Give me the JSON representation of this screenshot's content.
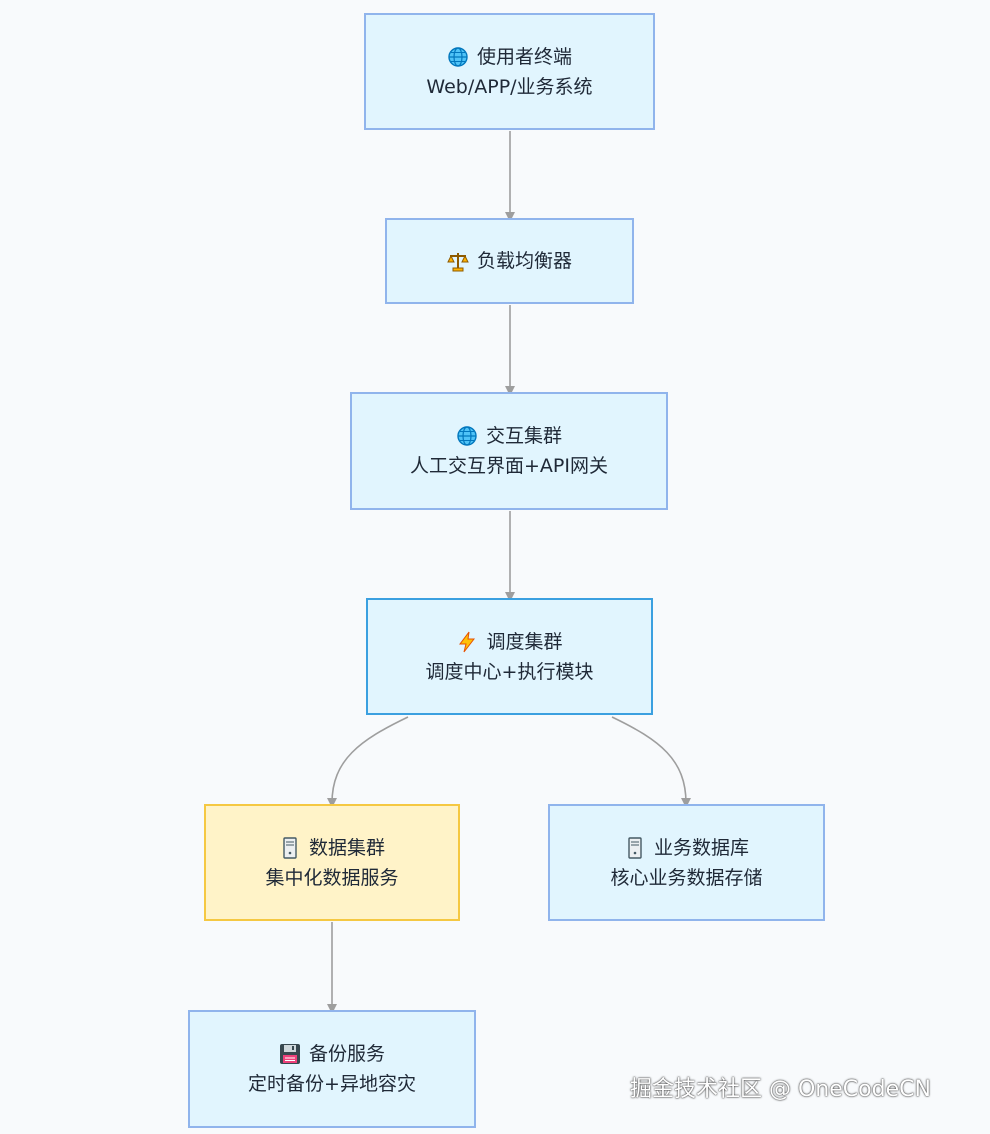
{
  "nodes": {
    "client": {
      "icon": "globe-icon",
      "title": "使用者终端",
      "subtitle": "Web/APP/业务系统"
    },
    "lb": {
      "icon": "balance-scale-icon",
      "title": "负载均衡器"
    },
    "interact": {
      "icon": "globe-icon",
      "title": "交互集群",
      "subtitle": "人工交互界面+API网关"
    },
    "schedule": {
      "icon": "lightning-icon",
      "title": "调度集群",
      "subtitle": "调度中心+执行模块"
    },
    "datacluster": {
      "icon": "server-icon",
      "title": "数据集群",
      "subtitle": "集中化数据服务"
    },
    "bizdb": {
      "icon": "server-icon",
      "title": "业务数据库",
      "subtitle": "核心业务数据存储"
    },
    "backup": {
      "icon": "floppy-disk-icon",
      "title": "备份服务",
      "subtitle": "定时备份+异地容灾"
    }
  },
  "watermark": "掘金技术社区 @ OneCodeCN",
  "colors": {
    "node_fill_blue": "#e1f5fe",
    "node_border_blue": "#90b4ec",
    "node_fill_yellow": "#fff3c8",
    "node_border_yellow": "#f5c842",
    "edge": "#9e9e9e"
  }
}
